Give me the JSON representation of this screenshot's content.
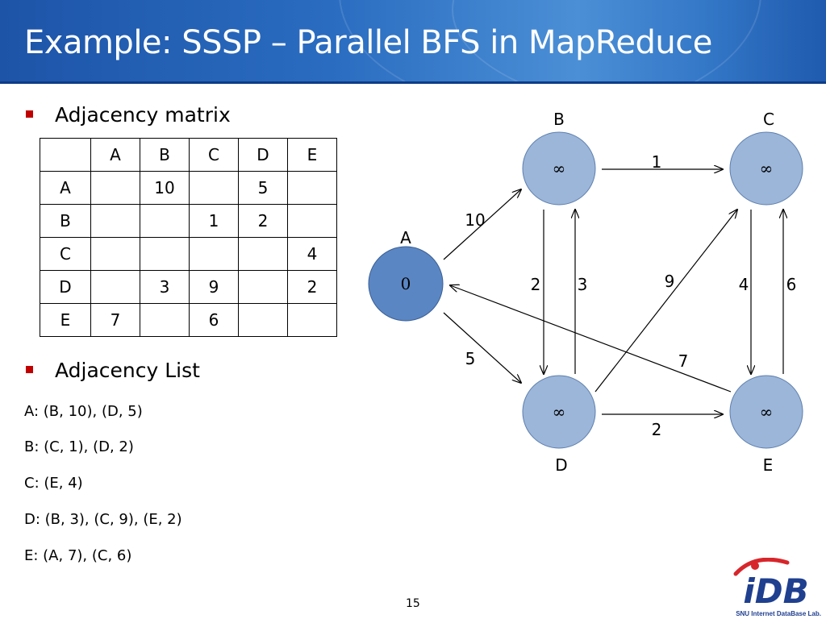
{
  "slide": {
    "title": "Example: SSSP – Parallel BFS in MapReduce",
    "page_number": "15"
  },
  "bullets": {
    "matrix_heading": "Adjacency matrix",
    "list_heading": "Adjacency List"
  },
  "matrix": {
    "header": [
      "",
      "A",
      "B",
      "C",
      "D",
      "E"
    ],
    "rows": [
      [
        "A",
        "",
        "10",
        "",
        "5",
        ""
      ],
      [
        "B",
        "",
        "",
        "1",
        "2",
        ""
      ],
      [
        "C",
        "",
        "",
        "",
        "",
        "4"
      ],
      [
        "D",
        "",
        "3",
        "9",
        "",
        "2"
      ],
      [
        "E",
        "7",
        "",
        "6",
        "",
        ""
      ]
    ]
  },
  "adjacency_list": [
    "A: (B, 10), (D, 5)",
    "B: (C, 1), (D, 2)",
    "C: (E, 4)",
    "D: (B, 3), (C, 9), (E, 2)",
    "E: (A, 7), (C, 6)"
  ],
  "graph": {
    "nodes": [
      {
        "id": "A",
        "label": "A",
        "distance": "0",
        "fill": "#5b86c4"
      },
      {
        "id": "B",
        "label": "B",
        "distance": "∞",
        "fill": "#9bb6d9"
      },
      {
        "id": "C",
        "label": "C",
        "distance": "∞",
        "fill": "#9bb6d9"
      },
      {
        "id": "D",
        "label": "D",
        "distance": "∞",
        "fill": "#9bb6d9"
      },
      {
        "id": "E",
        "label": "E",
        "distance": "∞",
        "fill": "#9bb6d9"
      }
    ],
    "edges": [
      {
        "from": "A",
        "to": "B",
        "weight": "10"
      },
      {
        "from": "A",
        "to": "D",
        "weight": "5"
      },
      {
        "from": "B",
        "to": "C",
        "weight": "1"
      },
      {
        "from": "B",
        "to": "D",
        "weight": "2"
      },
      {
        "from": "D",
        "to": "B",
        "weight": "3"
      },
      {
        "from": "D",
        "to": "C",
        "weight": "9"
      },
      {
        "from": "C",
        "to": "E",
        "weight": "4"
      },
      {
        "from": "E",
        "to": "C",
        "weight": "6"
      },
      {
        "from": "D",
        "to": "E",
        "weight": "2"
      },
      {
        "from": "E",
        "to": "A",
        "weight": "7"
      }
    ]
  },
  "logo": {
    "text": "iDB",
    "subtitle": "SNU Internet DataBase Lab."
  },
  "colors": {
    "title_bar": "#2a6cc0",
    "bullet": "#c00000",
    "node_start": "#5b86c4",
    "node_other": "#9bb6d9",
    "logo_red": "#d7262b",
    "logo_blue": "#1f3f8f"
  }
}
